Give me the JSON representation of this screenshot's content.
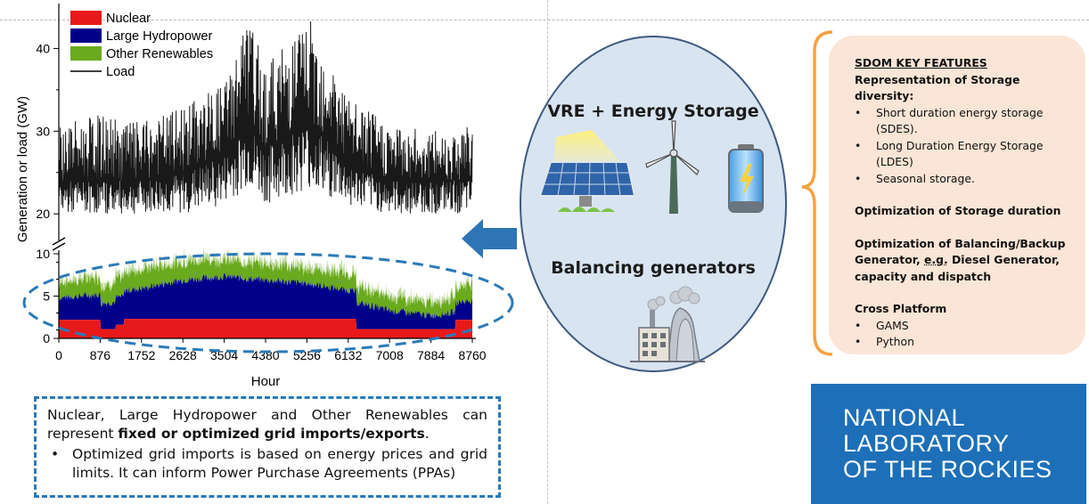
{
  "chart_data": {
    "type": "area",
    "xlabel": "Hour",
    "ylabel": "Generation or load (GW)",
    "x_ticks": [
      0,
      876,
      1752,
      2628,
      3504,
      4380,
      5256,
      6132,
      7008,
      7884,
      8760
    ],
    "y_ticks_lower": [
      0,
      5,
      10
    ],
    "y_ticks_upper": [
      20,
      30,
      40
    ],
    "ylim_lower": [
      0,
      10
    ],
    "ylim_upper": [
      17,
      45
    ],
    "axis_break": true,
    "legend_position": "top-left",
    "legend": [
      "Nuclear",
      "Large Hydropower",
      "Other Renewables",
      "Load"
    ],
    "colors": {
      "Nuclear": "#e8191a",
      "Large Hydropower": "#00008b",
      "Other Renewables": "#6aaa1e",
      "Load": "#000000"
    },
    "series": [
      {
        "name": "Nuclear",
        "type": "stacked-area",
        "x": [
          0,
          876,
          877,
          1200,
          1201,
          1380,
          1381,
          1752,
          2628,
          3504,
          4380,
          5256,
          6132,
          6300,
          6301,
          7008,
          7884,
          8400,
          8401,
          8760
        ],
        "values": [
          2.2,
          2.2,
          1.1,
          1.1,
          1.6,
          1.6,
          2.3,
          2.3,
          2.3,
          2.3,
          2.3,
          2.3,
          2.3,
          2.3,
          1.1,
          1.1,
          1.1,
          1.1,
          2.2,
          2.2
        ]
      },
      {
        "name": "Large Hydropower",
        "type": "stacked-area",
        "x": [
          0,
          876,
          1752,
          2628,
          3504,
          4380,
          5256,
          6132,
          7008,
          7884,
          8760
        ],
        "values": [
          2.6,
          3.0,
          3.6,
          4.6,
          5.0,
          4.6,
          4.2,
          3.4,
          2.2,
          1.6,
          2.3
        ]
      },
      {
        "name": "Other Renewables",
        "type": "stacked-area",
        "x": [
          0,
          876,
          1752,
          2628,
          3504,
          4380,
          5256,
          6132,
          7008,
          7884,
          8760
        ],
        "values": [
          1.7,
          2.0,
          2.2,
          2.1,
          1.9,
          1.8,
          1.7,
          1.8,
          1.6,
          1.4,
          2.0
        ]
      },
      {
        "name": "Load",
        "type": "line",
        "x": [
          0,
          876,
          1752,
          2628,
          3504,
          4000,
          4380,
          5256,
          5700,
          6132,
          7008,
          7884,
          8760
        ],
        "values": [
          24,
          24,
          24,
          25,
          27,
          31,
          28,
          31,
          29,
          26,
          24,
          24,
          24
        ],
        "min": [
          20,
          20,
          20,
          20,
          21,
          23,
          21,
          23,
          22,
          21,
          20,
          20,
          20
        ],
        "max": [
          31,
          32,
          31,
          33,
          36,
          44,
          38,
          44,
          40,
          34,
          31,
          30,
          31
        ]
      }
    ]
  },
  "note": {
    "line1": "Nuclear, Large Hydropower and Other Renewables can represent ",
    "line1_bold": "fixed or optimized grid imports/exports",
    "line1_end": ".",
    "bullet": "Optimized grid imports is based on energy prices and grid limits. It can inform Power Purchase Agreements (PPAs)"
  },
  "center": {
    "title_top": "VRE + Energy Storage",
    "title_bottom": "Balancing generators",
    "icons": [
      "solar-panel-icon",
      "wind-turbine-icon",
      "battery-icon",
      "power-plant-icon"
    ]
  },
  "features": {
    "heading": "SDOM KEY FEATURES",
    "storage_diversity": "Representation of Storage diversity:",
    "storage_items": [
      "Short duration energy storage (SDES).",
      "Long Duration Energy Storage (LDES)",
      "Seasonal storage."
    ],
    "duration": "Optimization of Storage duration",
    "balancing_a": "Optimization of Balancing/Backup Generator, ",
    "balancing_eg": "e.g.",
    "balancing_b": " Diesel Generator, capacity and dispatch",
    "cross": "Cross Platform",
    "cross_items": [
      "GAMS",
      "Python"
    ]
  },
  "logo": {
    "lines": [
      "NATIONAL",
      "LABORATORY",
      "OF THE ROCKIES"
    ],
    "bg": "#1d6fb8"
  },
  "colors": {
    "accent_blue": "#2a7ab8",
    "arrow_blue": "#2e75b6",
    "brace_orange": "#f4a340",
    "panel_peach": "#fbe5d6",
    "ellipse_fill": "#d9e4f1"
  }
}
